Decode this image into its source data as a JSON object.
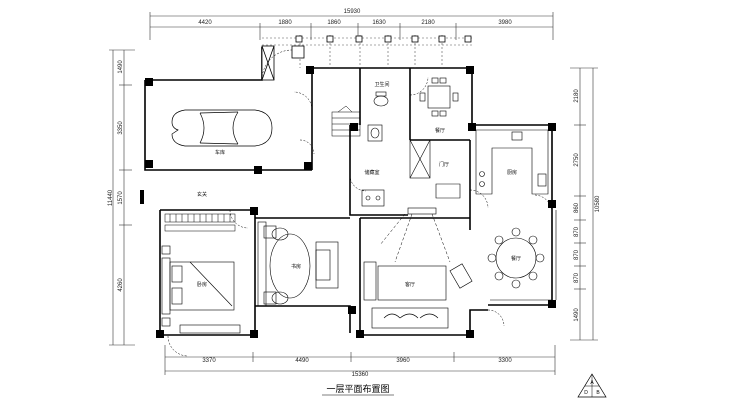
{
  "title": "一层平面布置图",
  "north_marker": {
    "top": "A",
    "left": "D",
    "right": "B",
    "bottom": "C"
  },
  "dimensions": {
    "top_total": "15930",
    "top_segments": [
      "4420",
      "1880",
      "1860",
      "1630",
      "2180",
      "3980"
    ],
    "bottom_total": "15360",
    "bottom_segments": [
      "3370",
      "4490",
      "3960",
      "3300"
    ],
    "left_total": "11440",
    "left_segments": [
      "1490",
      "3350",
      "1570",
      "4260"
    ],
    "right_total": "10580",
    "right_segments": [
      "2180",
      "2750",
      "860",
      "870",
      "870",
      "870",
      "1490"
    ]
  },
  "rooms": [
    {
      "key": "garage",
      "label": "车库"
    },
    {
      "key": "bathroom",
      "label": "卫生间"
    },
    {
      "key": "dining_small",
      "label": "餐厅"
    },
    {
      "key": "kitchen",
      "label": "厨房"
    },
    {
      "key": "entry",
      "label": "门厅"
    },
    {
      "key": "storage",
      "label": "储藏室"
    },
    {
      "key": "hall",
      "label": "玄关"
    },
    {
      "key": "study",
      "label": "书房"
    },
    {
      "key": "living",
      "label": "客厅"
    },
    {
      "key": "dining",
      "label": "餐厅"
    },
    {
      "key": "bedroom",
      "label": "卧房"
    }
  ]
}
